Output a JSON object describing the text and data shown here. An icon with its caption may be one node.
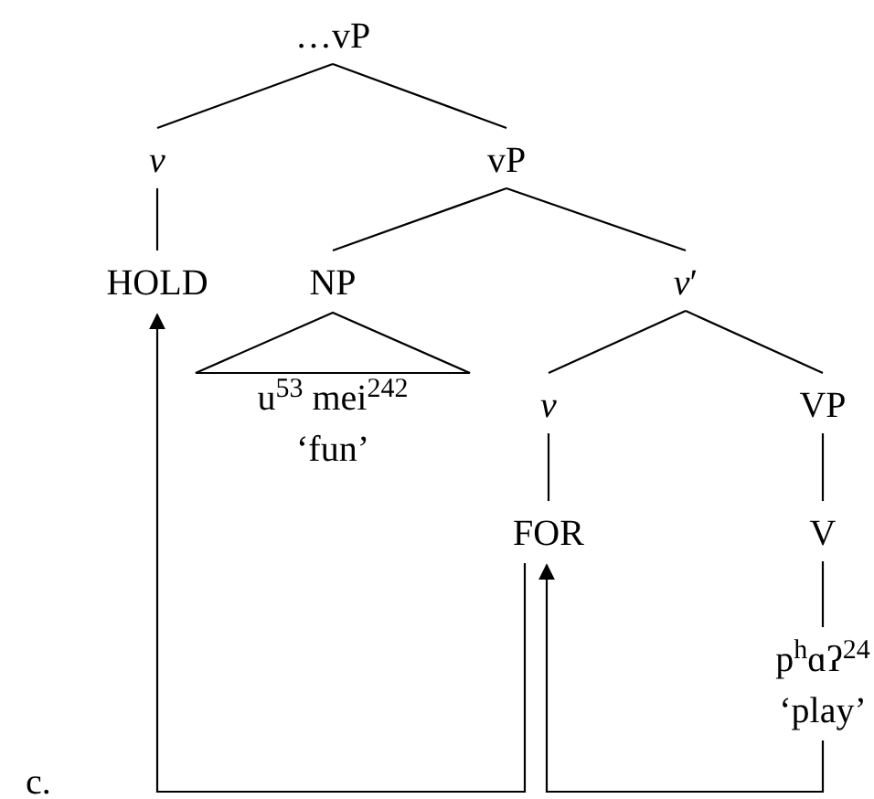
{
  "diagram": {
    "nodes": [
      {
        "text": [
          "…vP"
        ]
      },
      {
        "text": [
          "*v*"
        ]
      },
      {
        "text": [
          "vP"
        ]
      },
      {
        "text": [
          "HOLD"
        ]
      },
      {
        "text": [
          "NP"
        ]
      },
      {
        "text": [
          "*v*′"
        ]
      },
      {
        "text": [
          "u$^{53}$ mei$^{242}$",
          "‘fun’"
        ]
      },
      {
        "text": [
          "*v*"
        ]
      },
      {
        "text": [
          "VP"
        ]
      },
      {
        "text": [
          "FOR"
        ]
      },
      {
        "text": [
          "V"
        ]
      },
      {
        "text": [
          "p$^{h}$ɑʔ$^{24}$",
          "‘play’"
        ]
      }
    ],
    "edges": [
      {
        "from": 0,
        "to": 1,
        "arrow": "none"
      },
      {
        "from": 0,
        "to": 2,
        "arrow": "none"
      },
      {
        "from": 1,
        "to": 3,
        "arrow": "none"
      },
      {
        "from": 2,
        "to": 4,
        "arrow": "none"
      },
      {
        "from": 2,
        "to": 5,
        "arrow": "none"
      },
      {
        "from": 4,
        "to": 6,
        "arrow": "none"
      },
      {
        "from": 5,
        "to": 7,
        "arrow": "none"
      },
      {
        "from": 5,
        "to": 8,
        "arrow": "none"
      },
      {
        "from": 7,
        "to": 9,
        "arrow": "none"
      },
      {
        "from": 8,
        "to": 10,
        "arrow": "none"
      },
      {
        "from": 10,
        "to": 11,
        "arrow": "none"
      },
      {
        "from": 9,
        "to": 3,
        "arrow": "to"
      },
      {
        "from": 11,
        "to": 9,
        "arrow": "to"
      }
    ],
    "labels": [
      "c."
    ]
  }
}
